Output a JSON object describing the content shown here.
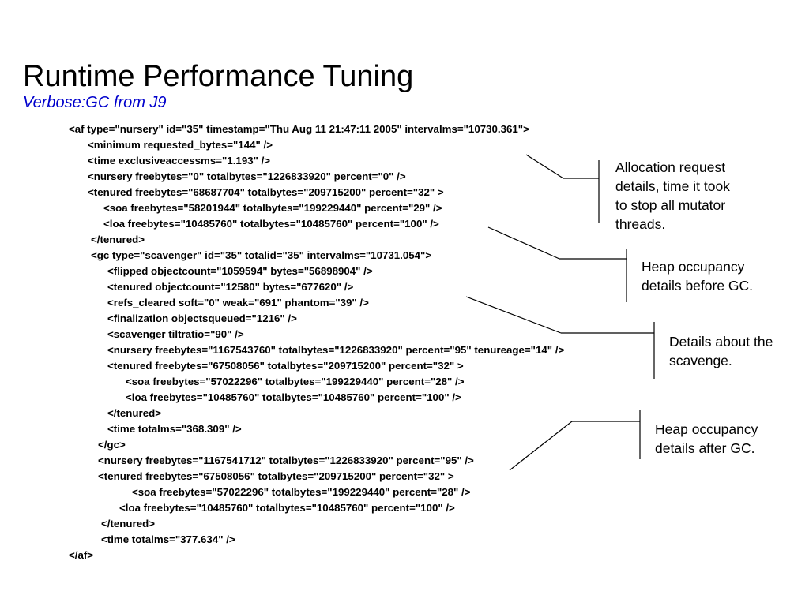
{
  "slide": {
    "title": "Runtime Performance Tuning",
    "subtitle": "Verbose:GC from J9",
    "subtitle_color": "#0000cc"
  },
  "code_lines": [
    "<af type=\"nursery\" id=\"35\" timestamp=\"Thu Aug 11 21:47:11 2005\" intervalms=\"10730.361\">",
    "<minimum requested_bytes=\"144\" />",
    "<time exclusiveaccessms=\"1.193\" />",
    "<nursery freebytes=\"0\" totalbytes=\"1226833920\" percent=\"0\" />",
    "<tenured freebytes=\"68687704\" totalbytes=\"209715200\" percent=\"32\" >",
    "<soa freebytes=\"58201944\" totalbytes=\"199229440\" percent=\"29\" />",
    "<loa freebytes=\"10485760\" totalbytes=\"10485760\" percent=\"100\" />",
    "</tenured>",
    "<gc type=\"scavenger\" id=\"35\" totalid=\"35\" intervalms=\"10731.054\">",
    "<flipped objectcount=\"1059594\" bytes=\"56898904\" />",
    "<tenured objectcount=\"12580\" bytes=\"677620\" />",
    "<refs_cleared soft=\"0\" weak=\"691\" phantom=\"39\" />",
    "<finalization objectsqueued=\"1216\" />",
    "<scavenger tiltratio=\"90\" />",
    "<nursery freebytes=\"1167543760\" totalbytes=\"1226833920\" percent=\"95\" tenureage=\"14\" />",
    "<tenured freebytes=\"67508056\" totalbytes=\"209715200\" percent=\"32\" >",
    "<soa freebytes=\"57022296\" totalbytes=\"199229440\" percent=\"28\" />",
    "<loa freebytes=\"10485760\" totalbytes=\"10485760\" percent=\"100\" />",
    "</tenured>",
    "<time totalms=\"368.309\" />",
    "</gc>",
    "<nursery freebytes=\"1167541712\" totalbytes=\"1226833920\" percent=\"95\" />",
    "<tenured freebytes=\"67508056\" totalbytes=\"209715200\" percent=\"32\" >",
    "<soa freebytes=\"57022296\" totalbytes=\"199229440\" percent=\"28\" />",
    "<loa freebytes=\"10485760\" totalbytes=\"10485760\" percent=\"100\" />",
    "</tenured>",
    "<time totalms=\"377.634\" />",
    "</af>"
  ],
  "callouts": [
    "Allocation request\ndetails, time it took\nto stop all mutator\nthreads.",
    "Heap occupancy\ndetails before GC.",
    "Details about the\nscavenge.",
    "Heap occupancy\ndetails after GC."
  ]
}
